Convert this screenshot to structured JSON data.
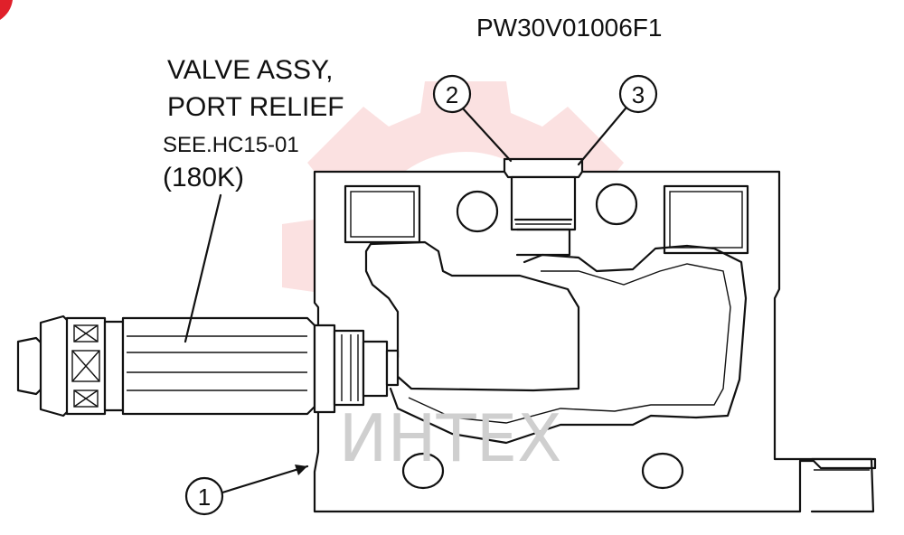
{
  "drawing_code": "PW30V01006F1",
  "watermark": "ИНТЕХ",
  "valve_label": {
    "line1": "VALVE ASSY,",
    "line2": "PORT RELIEF",
    "line3": "SEE.HC15-01",
    "line4": "(180K)"
  },
  "callouts": [
    "1",
    "2",
    "3"
  ],
  "colors": {
    "line": "#111111",
    "watermark_logo": "#f8c9c9",
    "corner_mark": "#e0202a"
  }
}
